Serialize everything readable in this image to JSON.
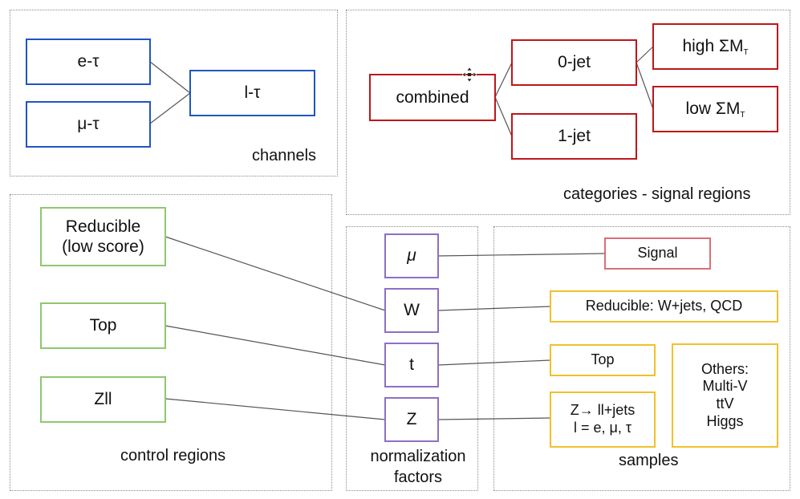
{
  "panels": {
    "channels": "channels",
    "categories": "categories - signal regions",
    "control": "control regions",
    "normalization": "normalization\nfactors",
    "samples": "samples"
  },
  "channels": {
    "e_tau": "e-τ",
    "mu_tau": "μ-τ",
    "l_tau": "l-τ"
  },
  "categories": {
    "combined": "combined",
    "jet0": "0-jet",
    "jet1": "1-jet",
    "high_prefix": "high ΣM",
    "low_prefix": "low ΣM",
    "subscript": "T"
  },
  "control": {
    "reducible": "Reducible\n(low score)",
    "top": "Top",
    "zll": "Zll"
  },
  "factors": {
    "mu": "μ",
    "w": "W",
    "t": "t",
    "z": "Z"
  },
  "samples": {
    "signal": "Signal",
    "reducible": "Reducible: W+jets, QCD",
    "top": "Top",
    "z": "Z→  ll+jets\nl = e, μ, τ",
    "others": "Others:\nMulti-V\nttV\nHiggs"
  },
  "colors": {
    "channels": "#1f56c0",
    "categories": "#c0151a",
    "control": "#8ec86f",
    "factors": "#8e6fc4",
    "samples": "#f0c12a",
    "signal": "#dc6f75"
  }
}
